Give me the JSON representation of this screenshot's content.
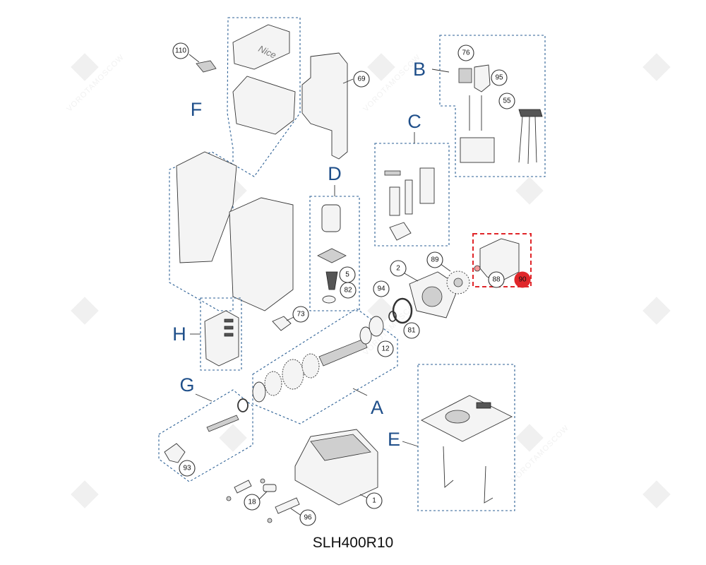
{
  "model": "SLH400R10",
  "group_letters": [
    "A",
    "B",
    "C",
    "D",
    "E",
    "F",
    "G",
    "H"
  ],
  "callouts": [
    "110",
    "69",
    "76",
    "95",
    "55",
    "5",
    "82",
    "2",
    "89",
    "88",
    "90",
    "94",
    "81",
    "12",
    "73",
    "93",
    "18",
    "96",
    "1"
  ],
  "highlighted_callout": "90",
  "logo_text": "Nice",
  "watermark_text": "VOROTAMOSCOW",
  "colors": {
    "group_letter": "#1f4f8a",
    "dashed_box": "#2b5f94",
    "highlight": "#e0262a"
  }
}
